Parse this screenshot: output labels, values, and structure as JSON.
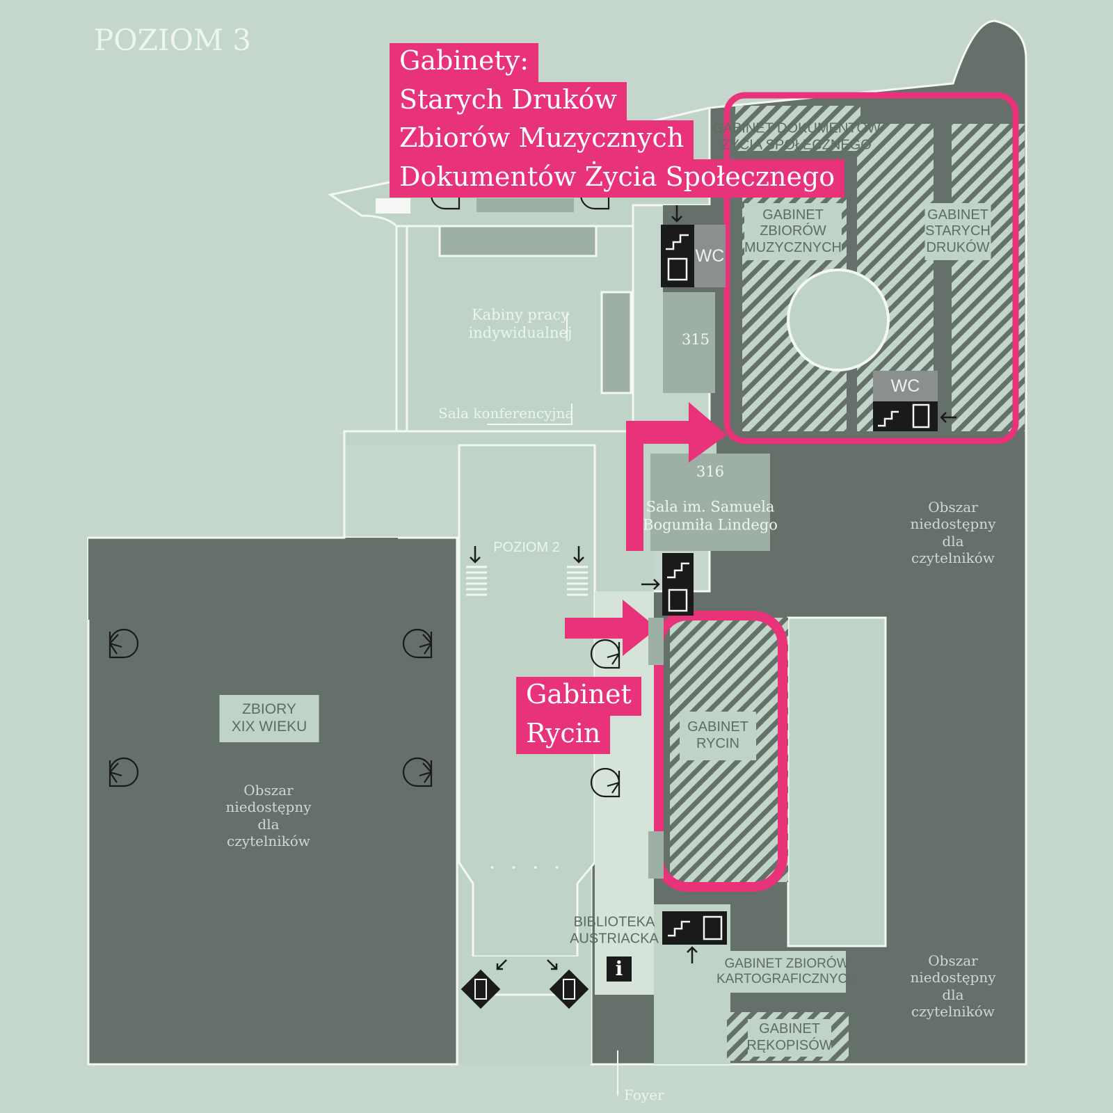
{
  "level_title": "POZIOM 3",
  "colors": {
    "background": "#bfd3c7",
    "inaccessible": "#66706a",
    "wall": "#f4f7f4",
    "room": "#9eb0a6",
    "highlight": "#e8327a",
    "icon_dark": "#1a1a1a"
  },
  "callouts": {
    "gabinety": [
      "Gabinety:",
      "Starych Druków",
      "Zbiorów Muzycznych",
      "Dokumentów Życia Społecznego"
    ],
    "rycin": [
      "Gabinet",
      "Rycin"
    ]
  },
  "labels": {
    "dokumentow": "GABINET DOKUMENTÓW\nŻYCIA SPOŁECZNEGO",
    "zbiorow_muzycznych": "GABINET\nZBIORÓW\nMUZYCZNYCH",
    "starych_drukow": "GABINET\nSTARYCH\nDRUKÓW",
    "kabiny": "Kabiny pracy\nindywidualnej",
    "sala_konferencyjna": "Sala konferencyjna",
    "room_315": "315",
    "room_316": "316",
    "sala_lindego": "Sala im. Samuela\nBogumiła Lindego",
    "poziom_2": "POZIOM 2",
    "zbiory_xix": "ZBIORY\nXIX WIEKU",
    "obszar_left": "Obszar\nniedostępny\ndla\nczytelników",
    "obszar_right_top": "Obszar\nniedostępny\ndla\nczytelników",
    "obszar_right_bottom": "Obszar\nniedostępny\ndla\nczytelników",
    "gabinet_rycin": "GABINET\nRYCIN",
    "biblioteka": "BIBLIOTEKA\nAUSTRIACKA",
    "kartograficznych": "GABINET ZBIORÓW\nKARTOGRAFICZNYCH",
    "rekopisow": "GABINET\nRĘKOPISÓW",
    "foyer": "Foyer",
    "wc_1": "WC",
    "wc_2": "WC",
    "info": "i",
    "dots": ". . . ."
  },
  "icons": [
    "staircase-icon",
    "elevator-icon",
    "spiral-staircase-icon",
    "info-icon",
    "arrow-icon",
    "key-icon"
  ]
}
